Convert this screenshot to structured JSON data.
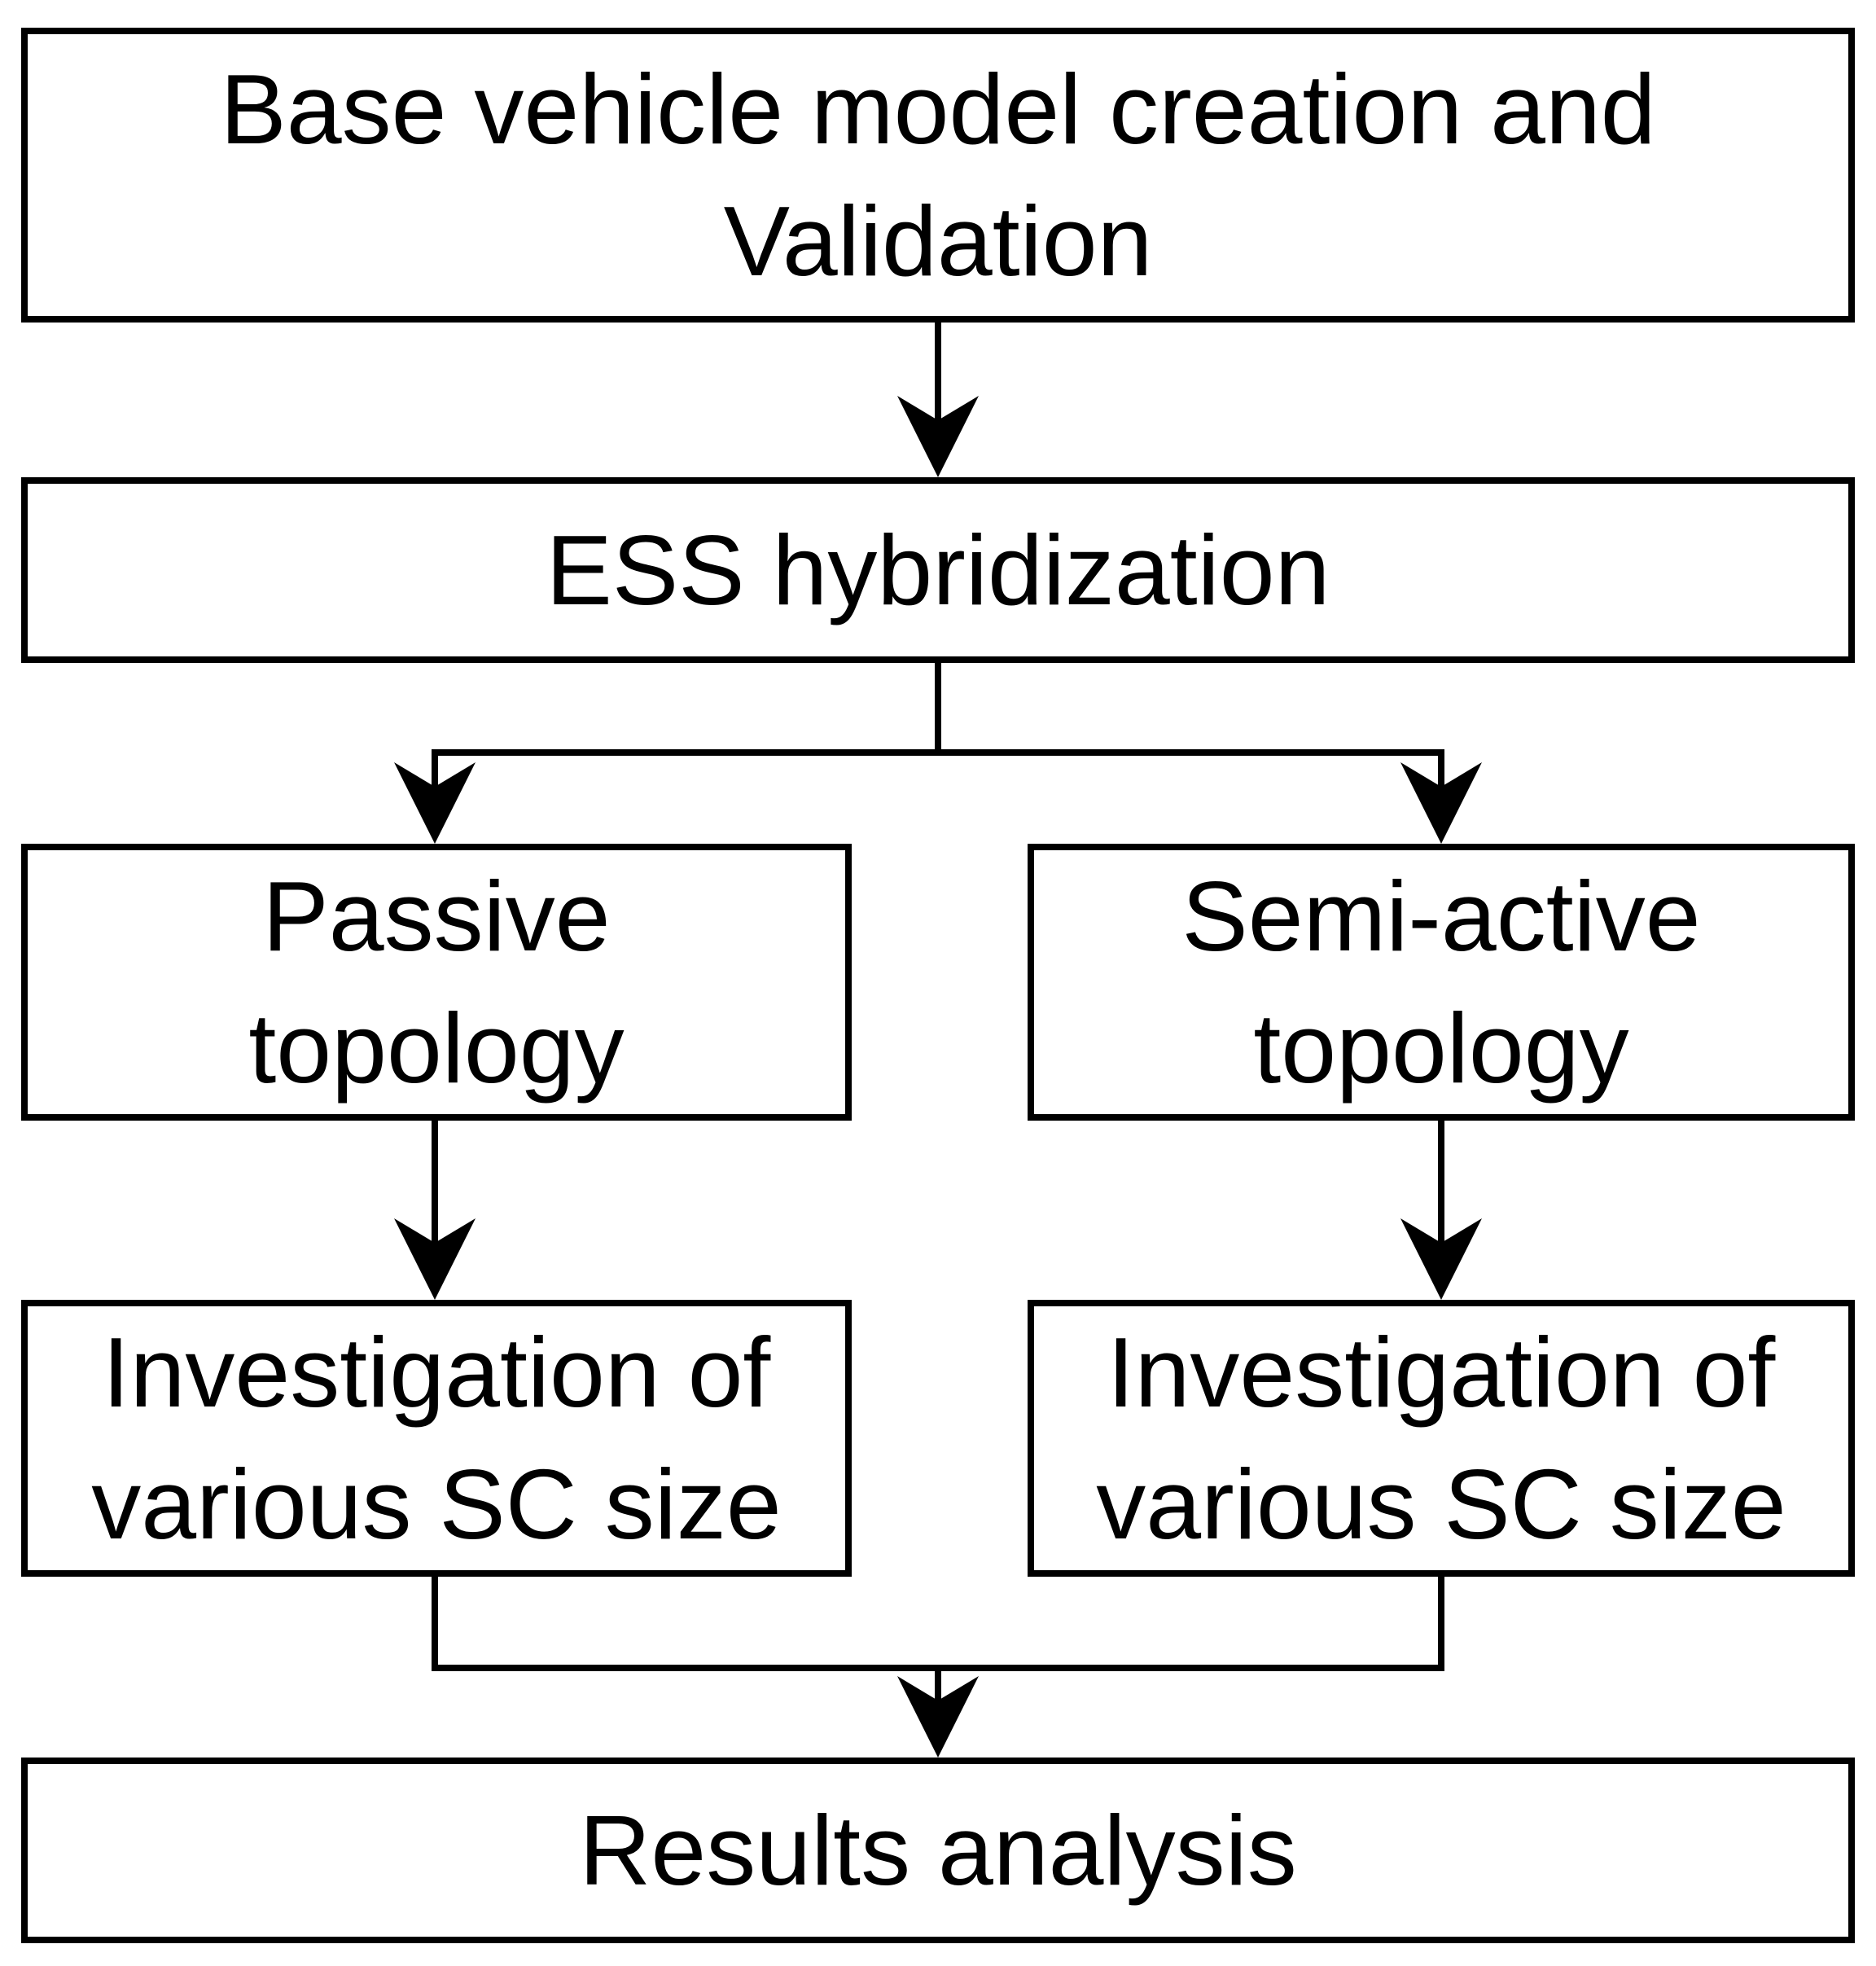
{
  "nodes": {
    "base": {
      "line1": "Base vehicle model creation and",
      "line2": "Validation"
    },
    "ess": {
      "line1": "ESS hybridization"
    },
    "passive": {
      "line1": "Passive",
      "line2": "topology"
    },
    "semi_active": {
      "line1": "Semi-active",
      "line2": "topology"
    },
    "investigation_left": {
      "line1": "Investigation of",
      "line2": "various SC size"
    },
    "investigation_right": {
      "line1": "Investigation of",
      "line2": "various SC size"
    },
    "results": {
      "line1": "Results analysis"
    }
  },
  "colors": {
    "stroke": "#000000",
    "background": "#ffffff"
  }
}
